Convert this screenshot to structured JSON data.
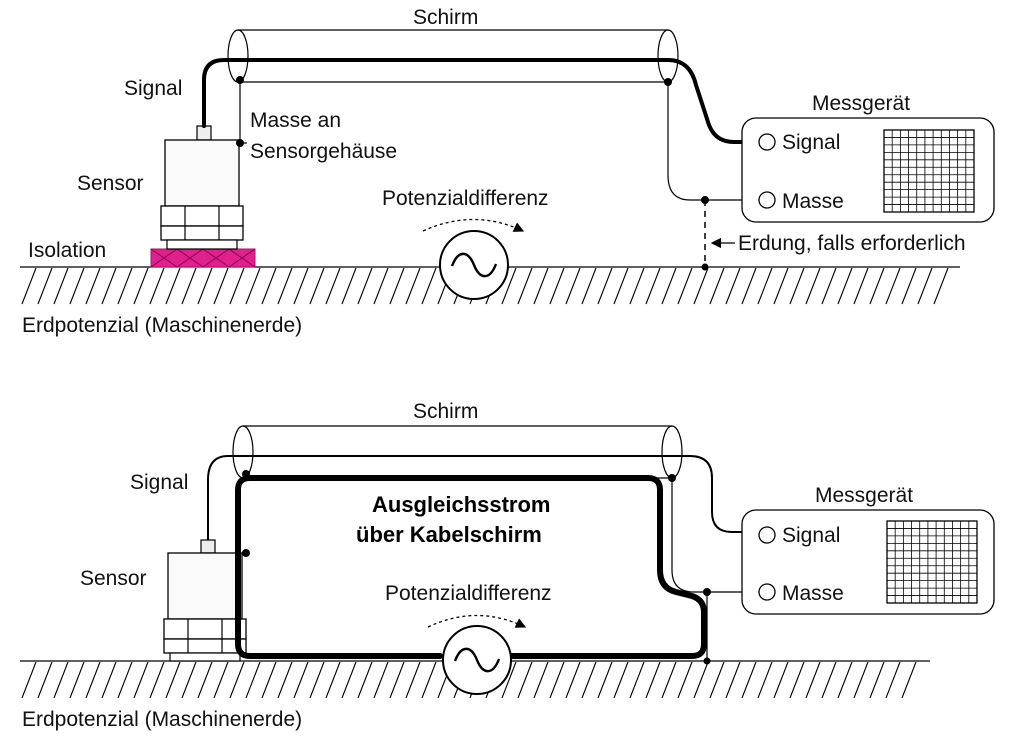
{
  "top": {
    "shield": "Schirm",
    "signal": "Signal",
    "masse_an": "Masse an",
    "sensorgehaeuse": "Sensorgehäuse",
    "sensor": "Sensor",
    "isolation": "Isolation",
    "potenzialdifferenz": "Potenzialdifferenz",
    "messgeraet": "Messgerät",
    "device_signal": "Signal",
    "device_masse": "Masse",
    "erdung": "Erdung, falls erforderlich",
    "erdpotenzial": "Erdpotenzial (Maschinenerde)"
  },
  "bottom": {
    "shield": "Schirm",
    "signal": "Signal",
    "sensor": "Sensor",
    "ausgleich_line1": "Ausgleichsstrom",
    "ausgleich_line2": "über Kabelschirm",
    "potenzialdifferenz": "Potenzialdifferenz",
    "messgeraet": "Messgerät",
    "device_signal": "Signal",
    "device_masse": "Masse",
    "erdpotenzial": "Erdpotenzial (Maschinenerde)"
  },
  "colors": {
    "isolation": "#e0208c",
    "line": "#000000"
  }
}
